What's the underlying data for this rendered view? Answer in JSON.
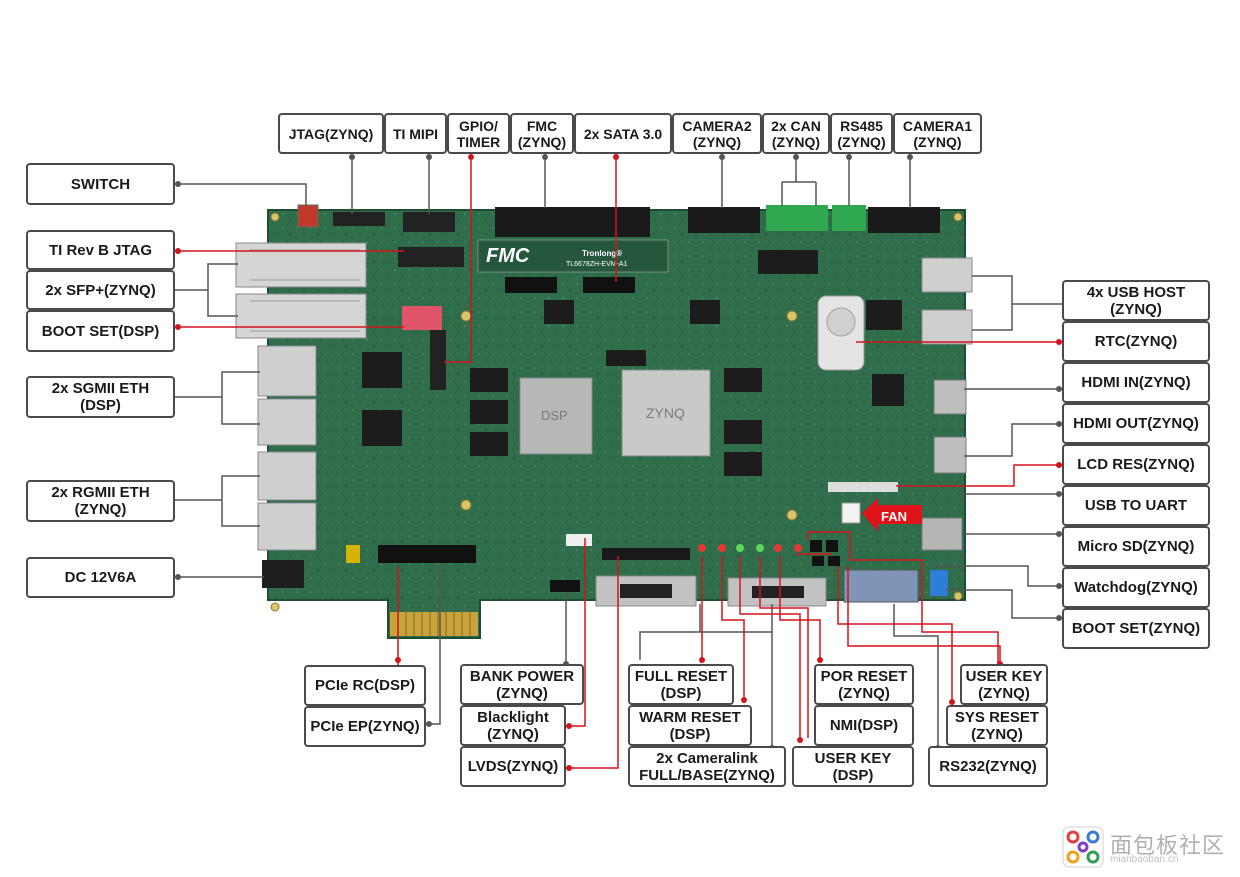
{
  "labels": {
    "switch": "SWITCH",
    "ti_rev_b_jtag": "TI Rev B JTAG",
    "sfp": "2x SFP+(ZYNQ)",
    "boot_set_dsp": "BOOT SET(DSP)",
    "sgmii_eth": "2x SGMII ETH\n(DSP)",
    "rgmii_eth": "2x RGMII ETH\n(ZYNQ)",
    "dc_power": "DC 12V6A",
    "jtag_zynq": "JTAG(ZYNQ)",
    "ti_mipi": "TI MIPI",
    "gpio_timer": "GPIO/\nTIMER",
    "fmc_zynq": "FMC\n(ZYNQ)",
    "sata": "2x SATA 3.0",
    "camera2": "CAMERA2\n(ZYNQ)",
    "can": "2x CAN\n(ZYNQ)",
    "rs485": "RS485\n(ZYNQ)",
    "camera1": "CAMERA1\n(ZYNQ)",
    "usb_host": "4x USB HOST\n(ZYNQ)",
    "rtc": "RTC(ZYNQ)",
    "hdmi_in": "HDMI IN(ZYNQ)",
    "hdmi_out": "HDMI OUT(ZYNQ)",
    "lcd_res": "LCD RES(ZYNQ)",
    "usb_uart": "USB TO UART",
    "micro_sd": "Micro SD(ZYNQ)",
    "watchdog": "Watchdog(ZYNQ)",
    "boot_set_zynq": "BOOT SET(ZYNQ)",
    "pcie_rc": "PCIe RC(DSP)",
    "pcie_ep": "PCIe EP(ZYNQ)",
    "bank_power": "BANK POWER\n(ZYNQ)",
    "blacklight": "Blacklight\n(ZYNQ)",
    "lvds": "LVDS(ZYNQ)",
    "full_reset": "FULL RESET\n(DSP)",
    "warm_reset": "WARM RESET\n(DSP)",
    "cameralink": "2x Cameralink\nFULL/BASE(ZYNQ)",
    "por_reset": "POR RESET\n(ZYNQ)",
    "nmi": "NMI(DSP)",
    "user_key_dsp": "USER KEY\n(DSP)",
    "user_key_zynq": "USER KEY\n(ZYNQ)",
    "sys_reset": "SYS RESET\n(ZYNQ)",
    "rs232": "RS232(ZYNQ)"
  },
  "board": {
    "fmc_logo": "FMC",
    "brand": "Tronlong®",
    "model": "TL6678ZH-EVM-A1",
    "dsp_chip": "DSP",
    "zynq_chip": "ZYNQ",
    "fan": "FAN"
  },
  "colors": {
    "pcb": "#2e6b4a",
    "label_border": "#4a4a4a",
    "connector_red": "#d4141c",
    "connector_gray": "#555555"
  },
  "watermark": {
    "text": "面包板社区",
    "sub": "mianbaoban.cn"
  }
}
